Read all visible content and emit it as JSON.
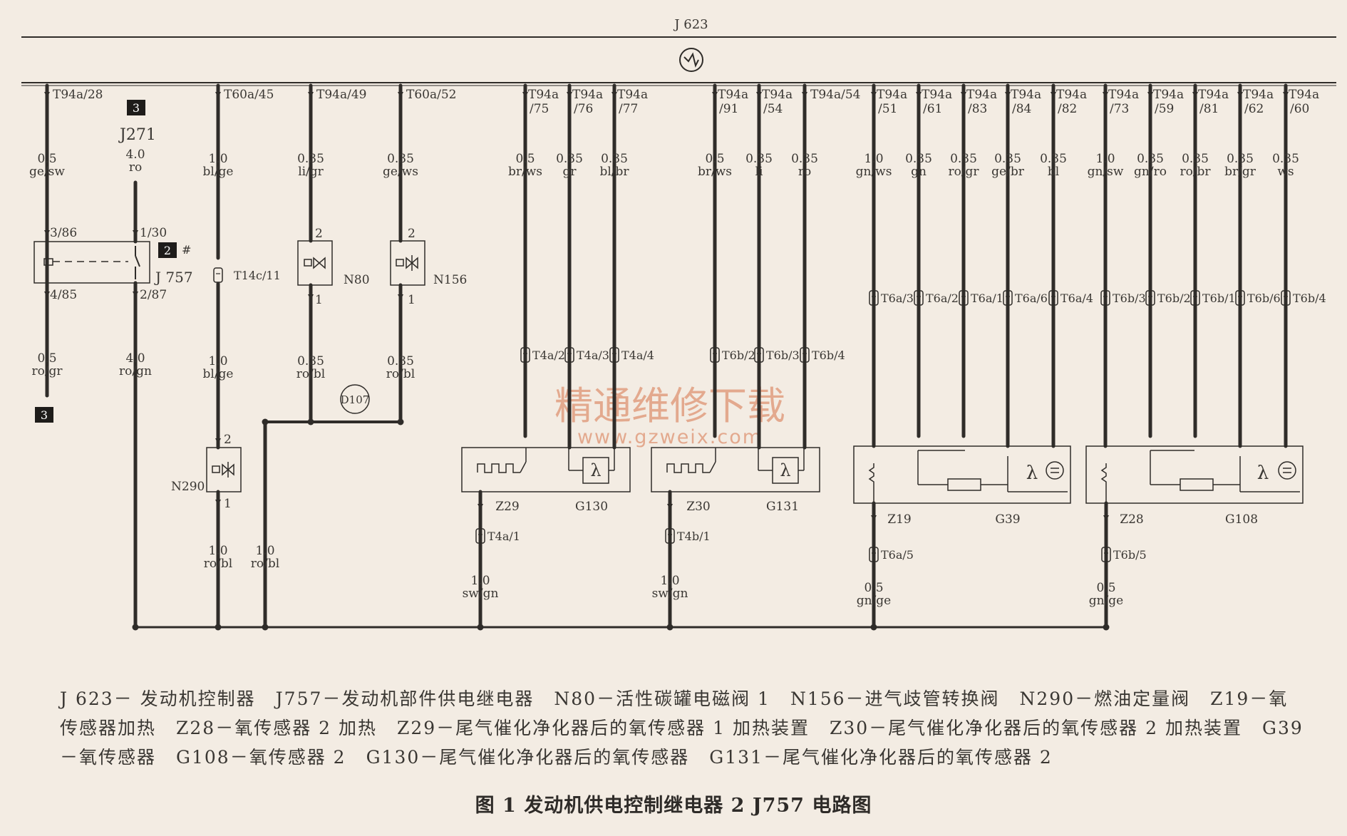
{
  "ecu": {
    "label": "J 623"
  },
  "watermark": {
    "line1": "精通维修下载",
    "line2": "www.gzweix.com"
  },
  "top_wires": [
    {
      "id": "w1",
      "pin": [
        "T94a/28"
      ],
      "size": "0.5",
      "color": "ge/sw"
    },
    {
      "id": "w2",
      "pin": [
        "T60a/45"
      ],
      "size": "1.0",
      "color": "bl/ge"
    },
    {
      "id": "w3",
      "pin": [
        "T94a/49"
      ],
      "size": "0.35",
      "color": "li/gr"
    },
    {
      "id": "w4",
      "pin": [
        "T60a/52"
      ],
      "size": "0.35",
      "color": "ge/ws"
    },
    {
      "id": "w5",
      "pin": [
        "T94a",
        "/75"
      ],
      "size": "0.5",
      "color": "br/ws"
    },
    {
      "id": "w6",
      "pin": [
        "T94a",
        "/76"
      ],
      "size": "0.35",
      "color": "gr"
    },
    {
      "id": "w7",
      "pin": [
        "T94a",
        "/77"
      ],
      "size": "0.35",
      "color": "bl/br"
    },
    {
      "id": "w8",
      "pin": [
        "T94a",
        "/91"
      ],
      "size": "0.5",
      "color": "br/ws"
    },
    {
      "id": "w9",
      "pin": [
        "T94a",
        "/54"
      ],
      "size": "0.35",
      "color": "li"
    },
    {
      "id": "w10",
      "pin": [
        "T94a/54"
      ],
      "size": "0.35",
      "color": "ro"
    },
    {
      "id": "w11",
      "pin": [
        "T94a",
        "/51"
      ],
      "size": "1.0",
      "color": "gn/ws"
    },
    {
      "id": "w12",
      "pin": [
        "T94a",
        "/61"
      ],
      "size": "0.35",
      "color": "gn"
    },
    {
      "id": "w13",
      "pin": [
        "T94a",
        "/83"
      ],
      "size": "0.35",
      "color": "ro/gr"
    },
    {
      "id": "w14",
      "pin": [
        "T94a",
        "/84"
      ],
      "size": "0.35",
      "color": "ge/br"
    },
    {
      "id": "w15",
      "pin": [
        "T94a",
        "/82"
      ],
      "size": "0.35",
      "color": "bl"
    },
    {
      "id": "w16",
      "pin": [
        "T94a",
        "/73"
      ],
      "size": "1.0",
      "color": "gn/sw"
    },
    {
      "id": "w17",
      "pin": [
        "T94a",
        "/59"
      ],
      "size": "0.35",
      "color": "gn/ro"
    },
    {
      "id": "w18",
      "pin": [
        "T94a",
        "/81"
      ],
      "size": "0.35",
      "color": "ro/br"
    },
    {
      "id": "w19",
      "pin": [
        "T94a",
        "/62"
      ],
      "size": "0.35",
      "color": "br/gr"
    },
    {
      "id": "w20",
      "pin": [
        "T94a",
        "/60"
      ],
      "size": "0.35",
      "color": "ws"
    }
  ],
  "extra_wires": [
    {
      "id": "j271",
      "size": "4.0",
      "color": "ro"
    },
    {
      "id": "w1-low",
      "size": "0.5",
      "color": "ro/gr"
    },
    {
      "id": "j271-low",
      "size": "4.0",
      "color": "ro/gn"
    },
    {
      "id": "w2-mid",
      "size": "1.0",
      "color": "bl/ge"
    },
    {
      "id": "w3-low",
      "size": "0.35",
      "color": "ro/bl"
    },
    {
      "id": "w4-low",
      "size": "0.35",
      "color": "ro/bl"
    },
    {
      "id": "n290-low",
      "size": "1.0",
      "color": "ro/bl"
    },
    {
      "id": "d107-low",
      "size": "1.0",
      "color": "ro/bl"
    },
    {
      "id": "z29-low",
      "size": "1.0",
      "color": "sw/gn"
    },
    {
      "id": "z30-low",
      "size": "1.0",
      "color": "sw/gn"
    },
    {
      "id": "z19-low",
      "size": "0.5",
      "color": "gn/ge"
    },
    {
      "id": "z28-low",
      "size": "0.5",
      "color": "gn/ge"
    }
  ],
  "connectors": [
    "T14c/11",
    "T4a/2",
    "T4a/3",
    "T4a/4",
    "T6b/2",
    "T6b/3",
    "T6b/4",
    "T6a/3",
    "T6a/2",
    "T6a/1",
    "T6a/6",
    "T6a/4",
    "T6b/3",
    "T6b/2",
    "T6b/1",
    "T6b/6",
    "T6b/4",
    "T4a/1",
    "T4b/1",
    "T6a/5",
    "T6b/5"
  ],
  "relay": {
    "name": "J 757",
    "ref": "J271",
    "badge": "2",
    "badge_mark": "#",
    "ref_badge": "3",
    "pins": [
      "3/86",
      "1/30",
      "4/85",
      "2/87"
    ]
  },
  "valves": [
    {
      "name": "N80",
      "pin_top": "2",
      "pin_bottom": "1"
    },
    {
      "name": "N156",
      "pin_top": "2",
      "pin_bottom": "1"
    },
    {
      "name": "N290",
      "pin_top": "2",
      "pin_bottom": "1"
    }
  ],
  "ground_label": "D107",
  "sensors": [
    {
      "heater": "Z29",
      "sensor": "G130"
    },
    {
      "heater": "Z30",
      "sensor": "G131"
    },
    {
      "heater": "Z19",
      "sensor": "G39"
    },
    {
      "heater": "Z28",
      "sensor": "G108"
    }
  ],
  "legend": [
    "J 623－ 发动机控制器",
    "J757－发动机部件供电继电器",
    "N80－活性碳罐电磁阀 1",
    "N156－进气歧管转换阀",
    "N290－燃油定量阀",
    "Z19－氧传感器加热",
    "Z28－氧传感器 2 加热",
    "Z29－尾气催化净化器后的氧传感器 1 加热装置",
    "Z30－尾气催化净化器后的氧传感器 2 加热装置",
    "G39－氧传感器",
    "G108－氧传感器 2",
    "G130－尾气催化净化器后的氧传感器",
    "G131－尾气催化净化器后的氧传感器 2"
  ],
  "caption": "图 1  发动机供电控制继电器 2 J757 电路图",
  "colors": {
    "wire": "#2f2c29",
    "background": "#f3ece3",
    "watermark": "#e3a98e",
    "badge": "#1e1c1a"
  }
}
